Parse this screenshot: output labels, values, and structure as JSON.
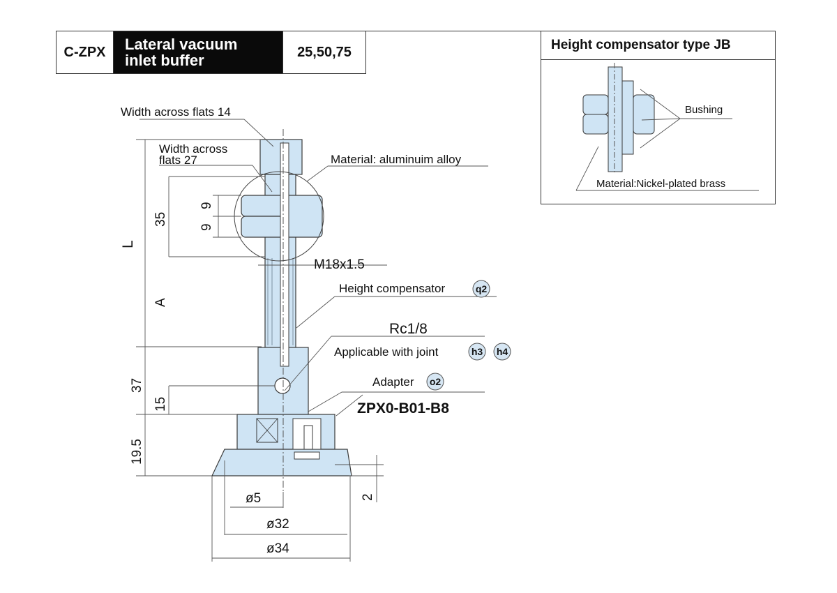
{
  "header": {
    "code": "C-ZPX",
    "title_line1": "Lateral vacuum",
    "title_line2": "inlet buffer",
    "sizes": "25,50,75"
  },
  "inset": {
    "title": "Height compensator type JB",
    "bushing_label": "Bushing",
    "material_label": "Material:Nickel-plated brass"
  },
  "labels": {
    "width_flats_14": "Width across flats 14",
    "width_flats_27_line1": "Width across",
    "width_flats_27_line2": "flats 27",
    "material": "Material: aluminuim alloy",
    "thread": "M18x1.5",
    "height_comp": "Height compensator",
    "height_comp_tag": "q2",
    "port": "Rc1/8",
    "joint": "Applicable with joint",
    "joint_tag1": "h3",
    "joint_tag2": "h4",
    "adapter": "Adapter",
    "adapter_tag": "o2",
    "adapter_model": "ZPX0-B01-B8"
  },
  "dimensions": {
    "L": "L",
    "A": "A",
    "d35": "35",
    "d9a": "9",
    "d9b": "9",
    "d37": "37",
    "d15": "15",
    "d19_5": "19.5",
    "d2": "2",
    "phi5": "ø5",
    "phi32": "ø32",
    "phi34": "ø34"
  },
  "colors": {
    "part_fill": "#cfe4f4",
    "part_stroke": "#3a3a3a",
    "tag_fill": "#d6e6f3"
  }
}
